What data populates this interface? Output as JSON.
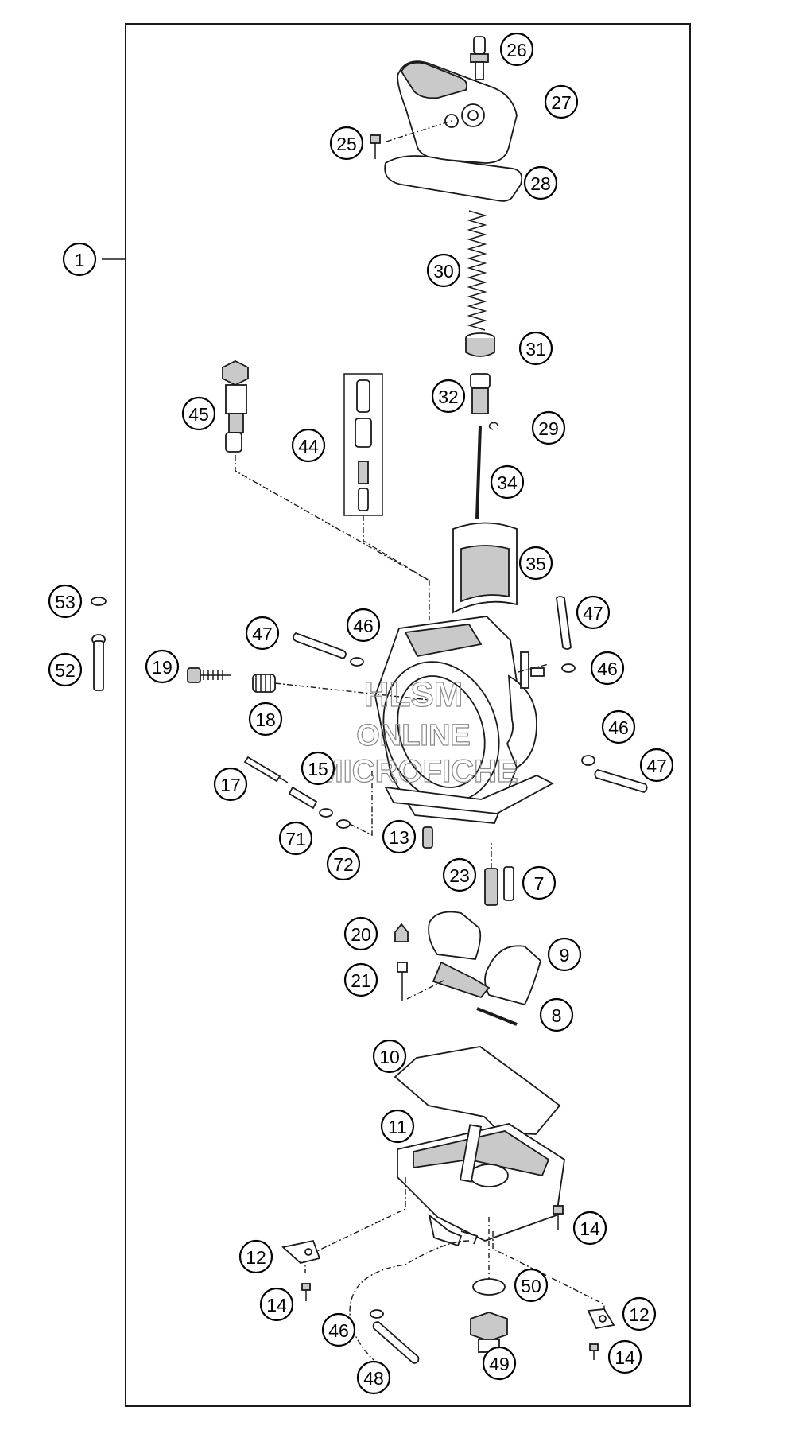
{
  "watermark": {
    "line1": "HLSM",
    "line2": "ONLINE",
    "line3": "MICROFICHE",
    "color": "#8a8a8a"
  },
  "callouts": [
    {
      "id": "c1",
      "label": "1"
    },
    {
      "id": "c26",
      "label": "26"
    },
    {
      "id": "c27",
      "label": "27"
    },
    {
      "id": "c25",
      "label": "25"
    },
    {
      "id": "c28",
      "label": "28"
    },
    {
      "id": "c30",
      "label": "30"
    },
    {
      "id": "c31",
      "label": "31"
    },
    {
      "id": "c32",
      "label": "32"
    },
    {
      "id": "c29",
      "label": "29"
    },
    {
      "id": "c34",
      "label": "34"
    },
    {
      "id": "c35",
      "label": "35"
    },
    {
      "id": "c45",
      "label": "45"
    },
    {
      "id": "c44",
      "label": "44"
    },
    {
      "id": "c53",
      "label": "53"
    },
    {
      "id": "c52",
      "label": "52"
    },
    {
      "id": "c47a",
      "label": "47"
    },
    {
      "id": "c46a",
      "label": "46"
    },
    {
      "id": "c47b",
      "label": "47"
    },
    {
      "id": "c46b",
      "label": "46"
    },
    {
      "id": "c19",
      "label": "19"
    },
    {
      "id": "c18",
      "label": "18"
    },
    {
      "id": "c46c",
      "label": "46"
    },
    {
      "id": "c47c",
      "label": "47"
    },
    {
      "id": "c17",
      "label": "17"
    },
    {
      "id": "c15",
      "label": "15"
    },
    {
      "id": "c71",
      "label": "71"
    },
    {
      "id": "c72",
      "label": "72"
    },
    {
      "id": "c13",
      "label": "13"
    },
    {
      "id": "c23",
      "label": "23"
    },
    {
      "id": "c7",
      "label": "7"
    },
    {
      "id": "c20",
      "label": "20"
    },
    {
      "id": "c9",
      "label": "9"
    },
    {
      "id": "c21",
      "label": "21"
    },
    {
      "id": "c8",
      "label": "8"
    },
    {
      "id": "c10",
      "label": "10"
    },
    {
      "id": "c11",
      "label": "11"
    },
    {
      "id": "c14a",
      "label": "14"
    },
    {
      "id": "c12a",
      "label": "12"
    },
    {
      "id": "c14b",
      "label": "14"
    },
    {
      "id": "c50",
      "label": "50"
    },
    {
      "id": "c12b",
      "label": "12"
    },
    {
      "id": "c46d",
      "label": "46"
    },
    {
      "id": "c49",
      "label": "49"
    },
    {
      "id": "c14c",
      "label": "14"
    },
    {
      "id": "c48",
      "label": "48"
    }
  ]
}
